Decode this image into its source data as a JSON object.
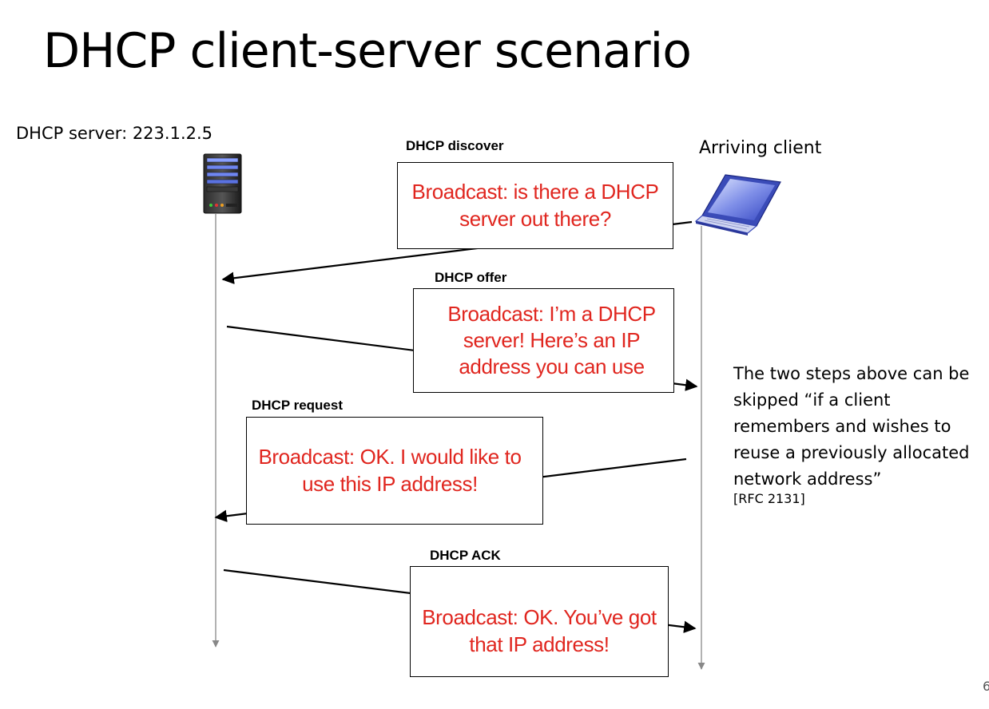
{
  "title": "DHCP client-server scenario",
  "server": {
    "label": "DHCP server: 223.1.2.5",
    "icon": "server-icon"
  },
  "client": {
    "label": "Arriving client",
    "icon": "laptop-icon"
  },
  "messages": [
    {
      "name": "DHCP discover",
      "text": "Broadcast: is there a DHCP server out there?",
      "direction": "client-to-server"
    },
    {
      "name": "DHCP offer",
      "text": "Broadcast: I’m a DHCP server! Here’s an IP address you can use",
      "direction": "server-to-client"
    },
    {
      "name": "DHCP request",
      "text": "Broadcast: OK.  I would like to use this IP address!",
      "direction": "client-to-server"
    },
    {
      "name": "DHCP ACK",
      "text": "Broadcast: OK.  You’ve got that IP address!",
      "direction": "server-to-client"
    }
  ],
  "note": {
    "text": "The two steps above can be skipped “if a client remembers and wishes to reuse a previously allocated network address”",
    "ref": "[RFC 2131]"
  },
  "page_number": "6",
  "colors": {
    "message_text": "#e0261f",
    "server_lights": [
      "#3ad13a",
      "#e33",
      "#f0a020"
    ],
    "laptop_blue": "#3a4bb8"
  }
}
